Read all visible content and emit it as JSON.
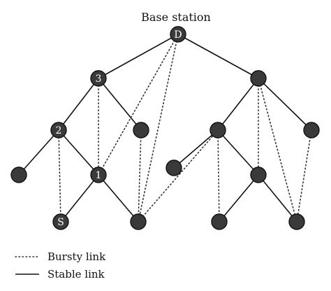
{
  "title": "Base station",
  "legend": {
    "bursty_label": "Bursty link",
    "stable_label": "Stable link"
  },
  "colors": {
    "node_fill": "#3a3a3a",
    "line": "#111111",
    "label": "#ffffff"
  },
  "nodes": [
    {
      "id": "n1",
      "label": "D"
    },
    {
      "id": "n2",
      "label": "3"
    },
    {
      "id": "n3",
      "label": ""
    },
    {
      "id": "n4",
      "label": "2"
    },
    {
      "id": "n5",
      "label": ""
    },
    {
      "id": "n6",
      "label": ""
    },
    {
      "id": "n7",
      "label": ""
    },
    {
      "id": "n8",
      "label": ""
    },
    {
      "id": "n9",
      "label": "1"
    },
    {
      "id": "n10",
      "label": ""
    },
    {
      "id": "n11",
      "label": ""
    },
    {
      "id": "n12",
      "label": "S"
    },
    {
      "id": "n13",
      "label": ""
    },
    {
      "id": "n14",
      "label": ""
    },
    {
      "id": "n15",
      "label": ""
    },
    {
      "id": "n16",
      "label": ""
    }
  ],
  "edges": [
    {
      "from": "n1",
      "to": "n2",
      "type": "stable"
    },
    {
      "from": "n1",
      "to": "n3",
      "type": "stable"
    },
    {
      "from": "n2",
      "to": "n4",
      "type": "stable"
    },
    {
      "from": "n2",
      "to": "n5",
      "type": "stable"
    },
    {
      "from": "n3",
      "to": "n6",
      "type": "stable"
    },
    {
      "from": "n3",
      "to": "n7",
      "type": "stable"
    },
    {
      "from": "n4",
      "to": "n8",
      "type": "stable"
    },
    {
      "from": "n4",
      "to": "n9",
      "type": "stable"
    },
    {
      "from": "n9",
      "to": "n12",
      "type": "stable"
    },
    {
      "from": "n9",
      "to": "n13",
      "type": "stable"
    },
    {
      "from": "n6",
      "to": "n10",
      "type": "stable"
    },
    {
      "from": "n6",
      "to": "n11",
      "type": "stable"
    },
    {
      "from": "n11",
      "to": "n14",
      "type": "stable"
    },
    {
      "from": "n11",
      "to": "n16",
      "type": "stable"
    },
    {
      "from": "n1",
      "to": "n9",
      "type": "bursty"
    },
    {
      "from": "n1",
      "to": "n13",
      "type": "bursty"
    },
    {
      "from": "n2",
      "to": "n9",
      "type": "bursty"
    },
    {
      "from": "n4",
      "to": "n12",
      "type": "bursty"
    },
    {
      "from": "n5",
      "to": "n13",
      "type": "bursty"
    },
    {
      "from": "n13",
      "to": "n6",
      "type": "bursty"
    },
    {
      "from": "n6",
      "to": "n14",
      "type": "bursty"
    },
    {
      "from": "n3",
      "to": "n11",
      "type": "bursty"
    },
    {
      "from": "n3",
      "to": "n16",
      "type": "bursty"
    },
    {
      "from": "n7",
      "to": "n16",
      "type": "bursty"
    }
  ]
}
